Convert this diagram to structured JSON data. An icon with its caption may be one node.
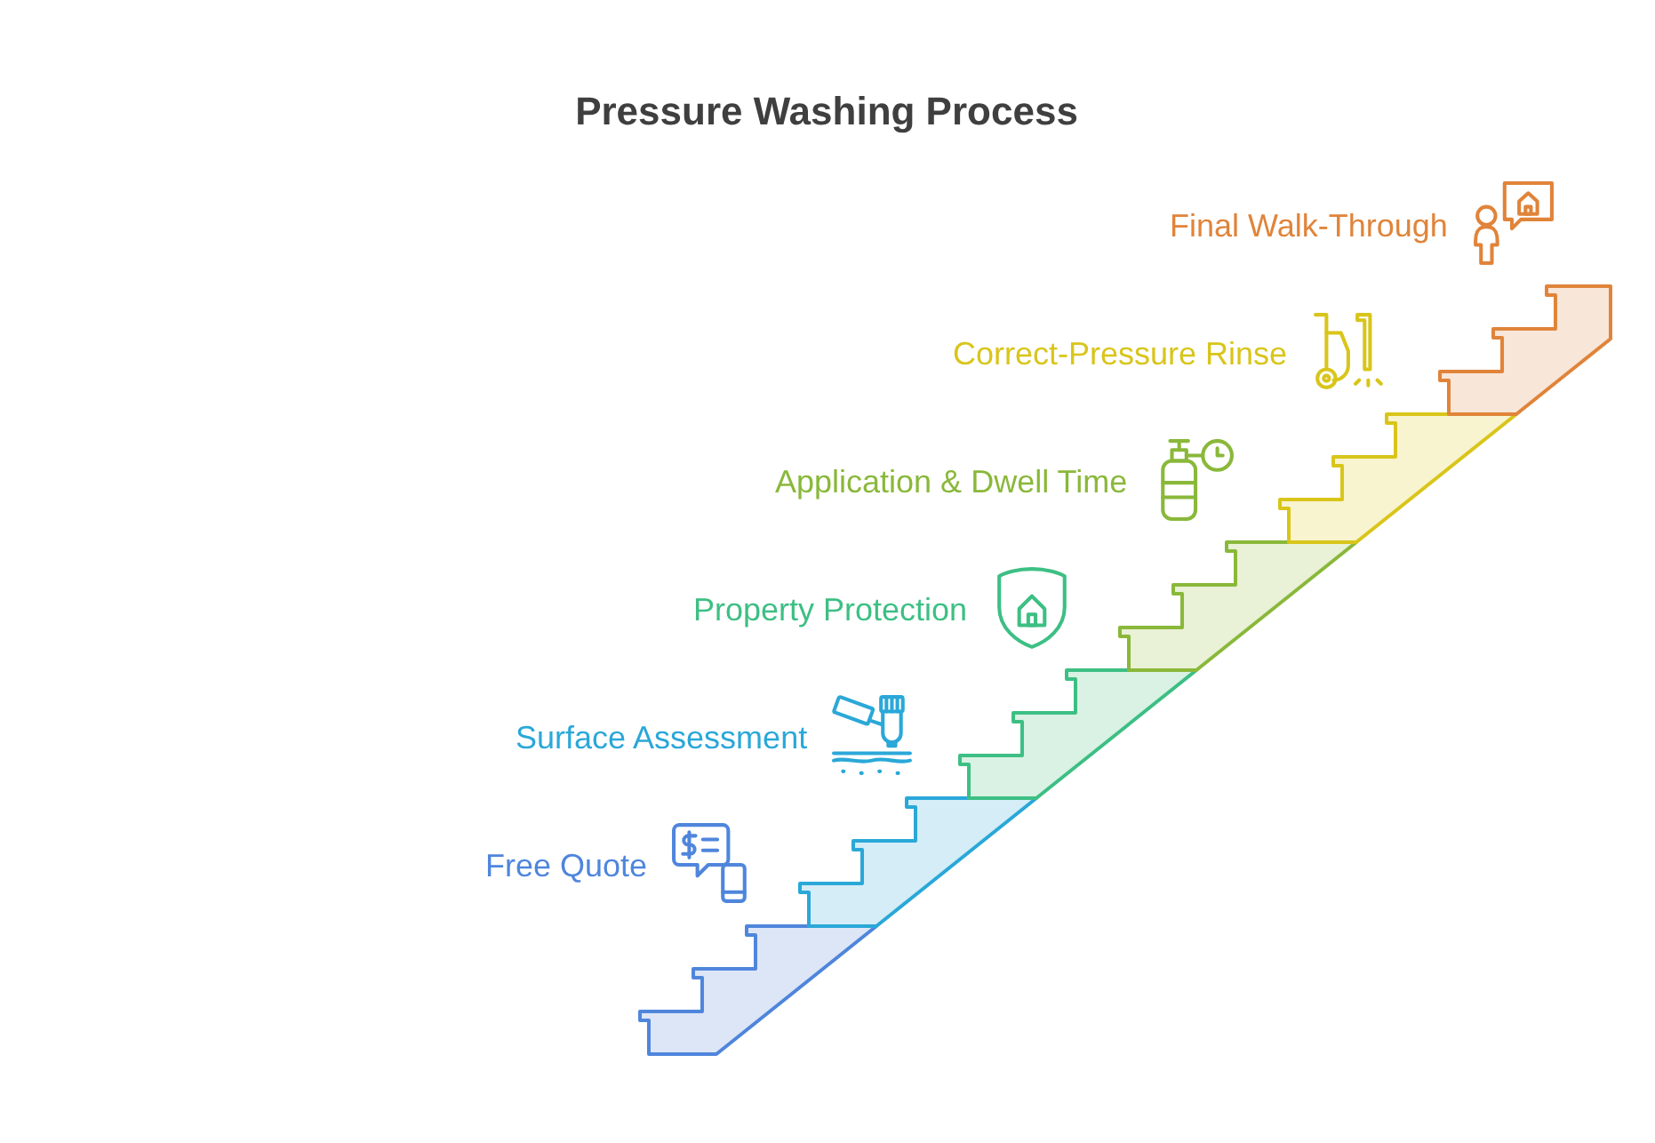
{
  "diagram": {
    "title": "Pressure Washing Process",
    "nodes": [
      {
        "text": [
          "Free Quote"
        ]
      },
      {
        "text": [
          "Surface Assessment"
        ]
      },
      {
        "text": [
          "Property Protection"
        ]
      },
      {
        "text": [
          "Application & Dwell Time"
        ]
      },
      {
        "text": [
          "Correct-Pressure Rinse"
        ]
      },
      {
        "text": [
          "Final Walk-Through"
        ]
      }
    ]
  }
}
